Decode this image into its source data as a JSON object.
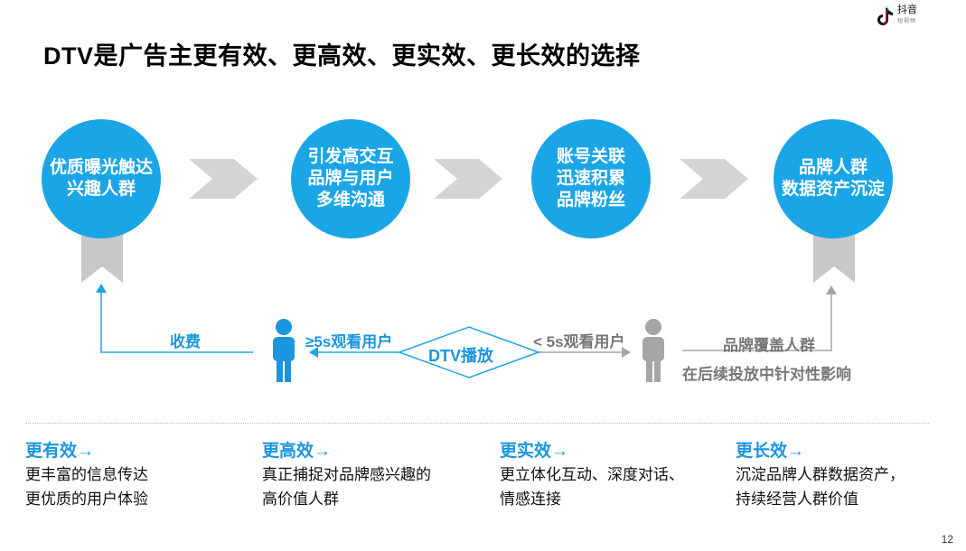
{
  "logo": {
    "name": "抖音",
    "sub": "短视频"
  },
  "title": "DTV是广告主更有效、更高效、更实效、更长效的选择",
  "circles": [
    "优质曝光触达\n兴趣人群",
    "引发高交互\n品牌与用户\n多维沟通",
    "账号关联\n迅速积累\n品牌粉丝",
    "品牌人群\n数据资产沉淀"
  ],
  "flow": {
    "charge_label": "收费",
    "over5_label": "≥5s观看用户",
    "center_label": "DTV播放",
    "under5_label": "< 5s观看用户",
    "cover_label": "品牌覆盖人群",
    "follow_label": "在后续投放中针对性影响"
  },
  "columns": [
    {
      "heading": "更有效→",
      "text": "更丰富的信息传达\n更优质的用户体验"
    },
    {
      "heading": "更高效→",
      "text": "真正捕捉对品牌感兴趣的\n高价值人群"
    },
    {
      "heading": "更实效→",
      "text": "更立体化互动、深度对话、\n情感连接"
    },
    {
      "heading": "更长效→",
      "text": "沉淀品牌人群数据资产，\n持续经营人群价值"
    }
  ],
  "page_number": "12",
  "colors": {
    "accent": "#1aa5e6",
    "gray": "#a6a6a6"
  }
}
